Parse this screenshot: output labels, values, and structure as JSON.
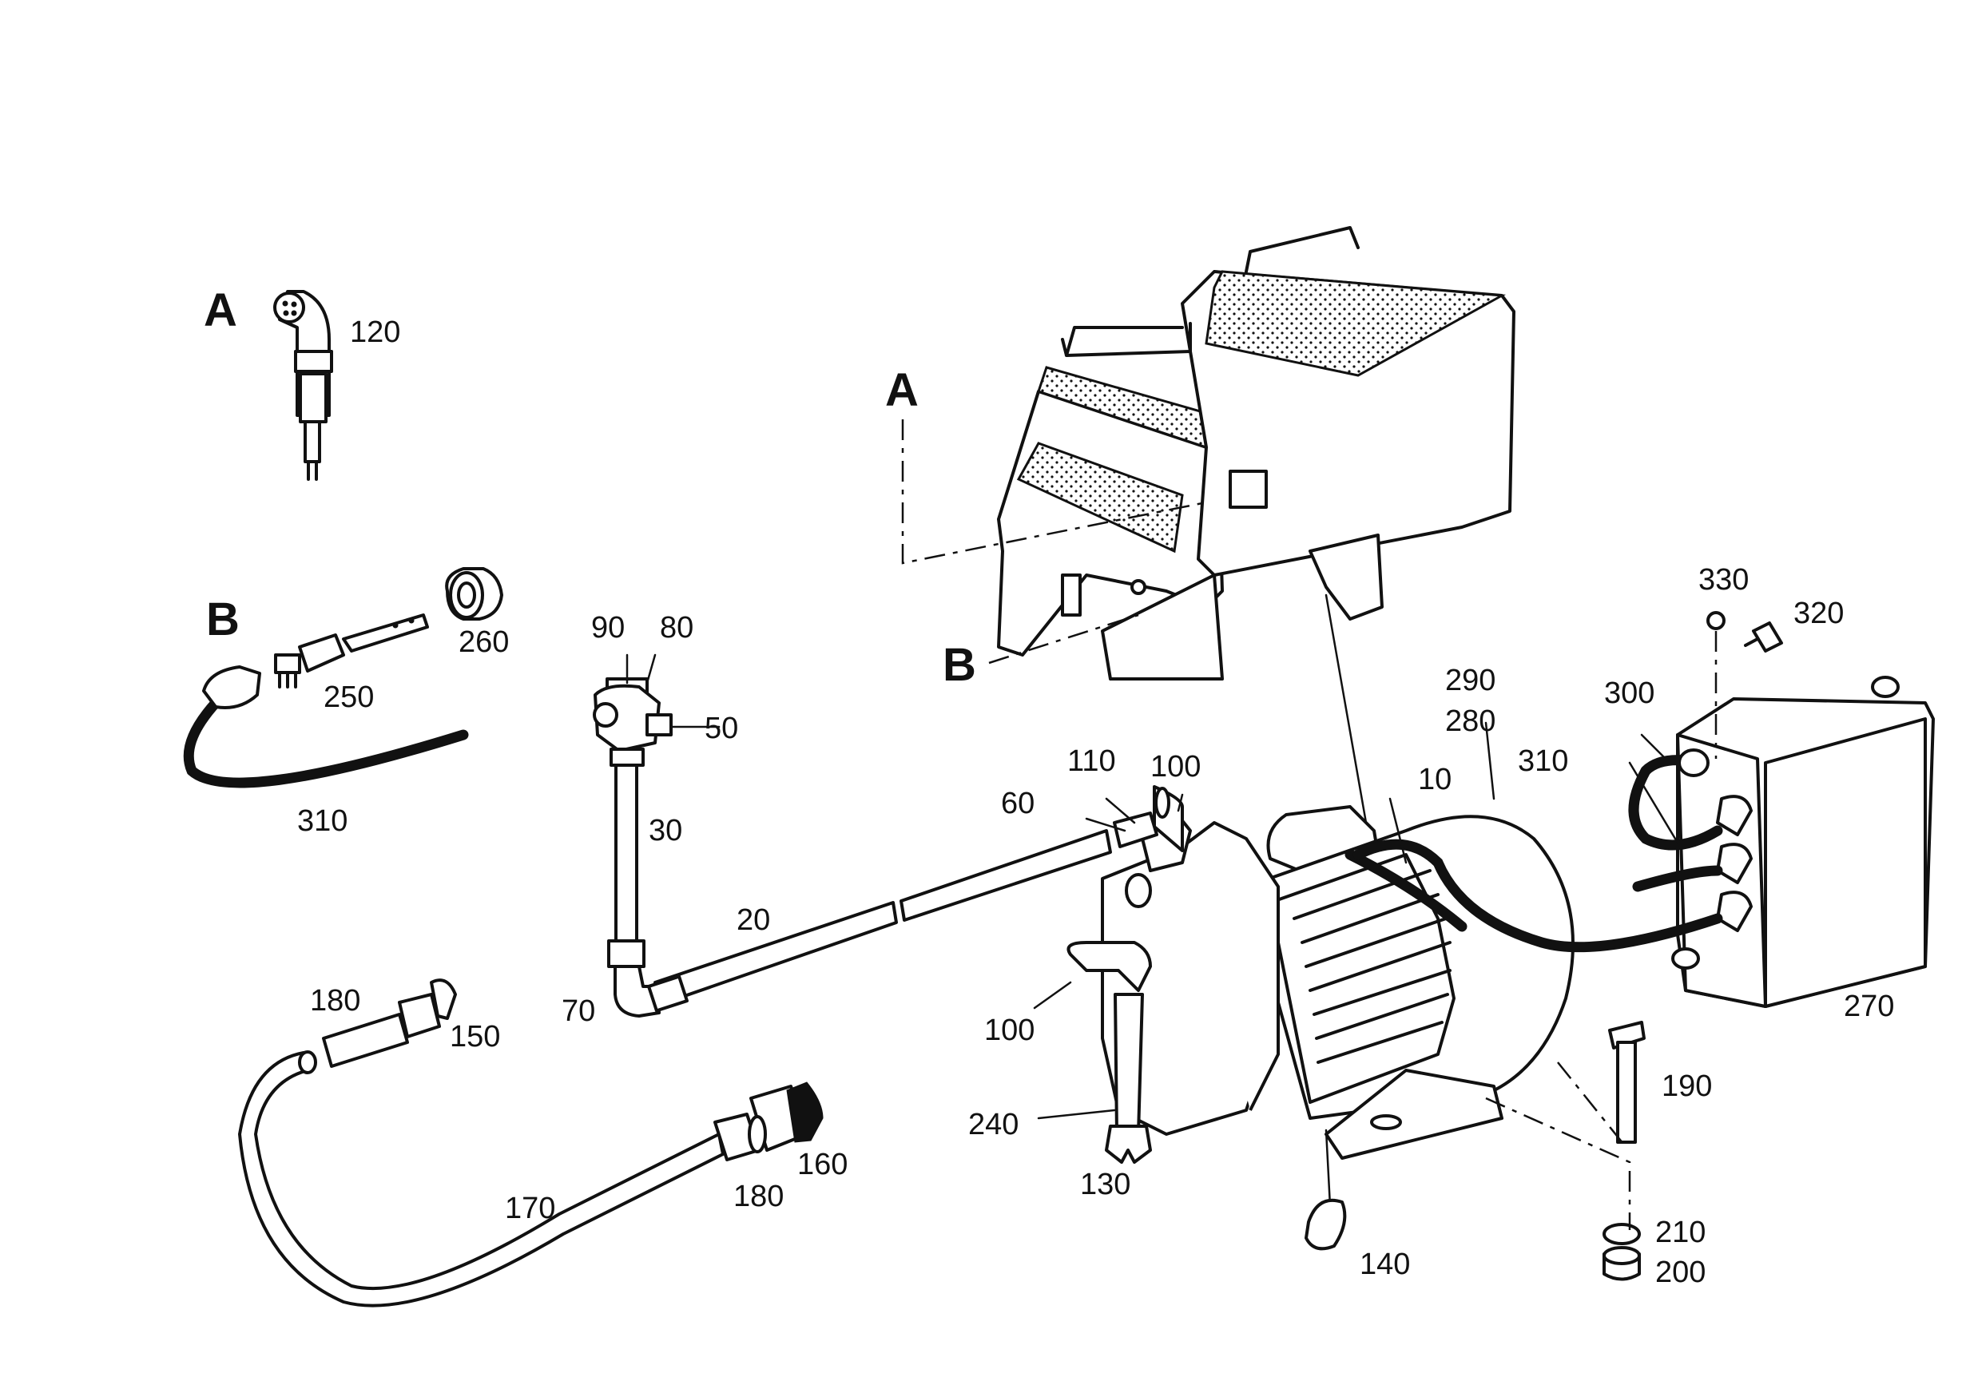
{
  "view_markers": [
    "A",
    "B"
  ],
  "part_labels": {
    "p120": "120",
    "p260": "260",
    "p250": "250",
    "p310a": "310",
    "p90": "90",
    "p80": "80",
    "p50": "50",
    "p30": "30",
    "p20": "20",
    "p70": "70",
    "p180a": "180",
    "p150": "150",
    "p170": "170",
    "p180b": "180",
    "p160": "160",
    "p60": "60",
    "p110": "110",
    "p100a": "100",
    "p10": "10",
    "p290": "290",
    "p280": "280",
    "p310b": "310",
    "p300": "300",
    "p330": "330",
    "p320": "320",
    "p270": "270",
    "p100b": "100",
    "p240": "240",
    "p130": "130",
    "p140": "140",
    "p190": "190",
    "p210": "210",
    "p200": "200"
  }
}
